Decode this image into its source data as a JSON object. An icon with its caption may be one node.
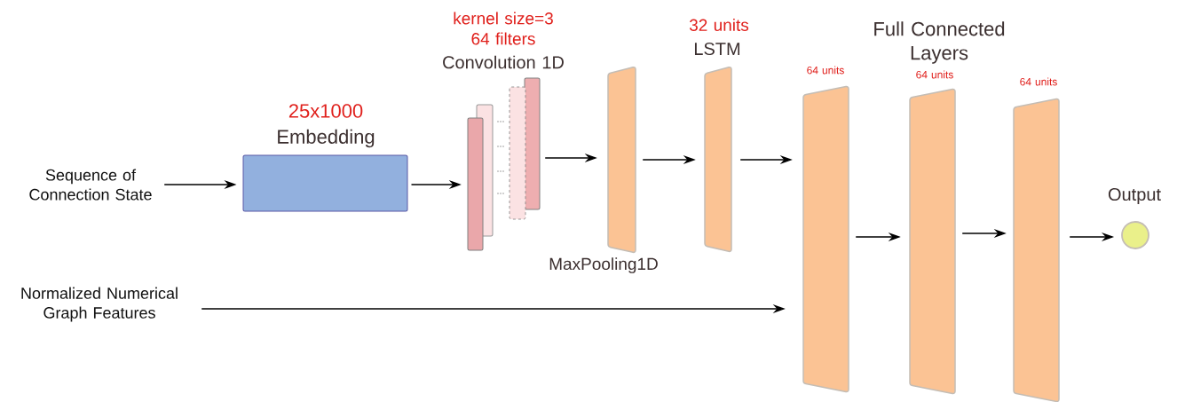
{
  "diagram": {
    "nodes": [
      {
        "text": [
          "Sequence of Connection State"
        ]
      },
      {
        "text": [
          "25x1000",
          "Embedding"
        ]
      },
      {
        "text": [
          "kernel size=3 64 filters",
          "Convolution 1D"
        ]
      },
      {
        "text": [
          "MaxPooling1D"
        ]
      },
      {
        "text": [
          "32 units",
          "LSTM"
        ]
      },
      {
        "text": [
          "64 units"
        ]
      },
      {
        "text": [
          "64 units"
        ]
      },
      {
        "text": [
          "64 units"
        ]
      },
      {
        "text": [
          "Output"
        ]
      },
      {
        "text": [
          "Normalized Numerical Graph Features"
        ]
      }
    ],
    "edges": [
      {
        "from": 0,
        "to": 1,
        "arrow": "to"
      },
      {
        "from": 1,
        "to": 2,
        "arrow": "to"
      },
      {
        "from": 2,
        "to": 3,
        "arrow": "to"
      },
      {
        "from": 3,
        "to": 4,
        "arrow": "to"
      },
      {
        "from": 4,
        "to": 5,
        "arrow": "to"
      },
      {
        "from": 9,
        "to": 5,
        "arrow": "to"
      },
      {
        "from": 5,
        "to": 6,
        "arrow": "to"
      },
      {
        "from": 6,
        "to": 7,
        "arrow": "to"
      },
      {
        "from": 7,
        "to": 8,
        "arrow": "to"
      }
    ],
    "labels": [
      "Full Connected Layers"
    ]
  }
}
